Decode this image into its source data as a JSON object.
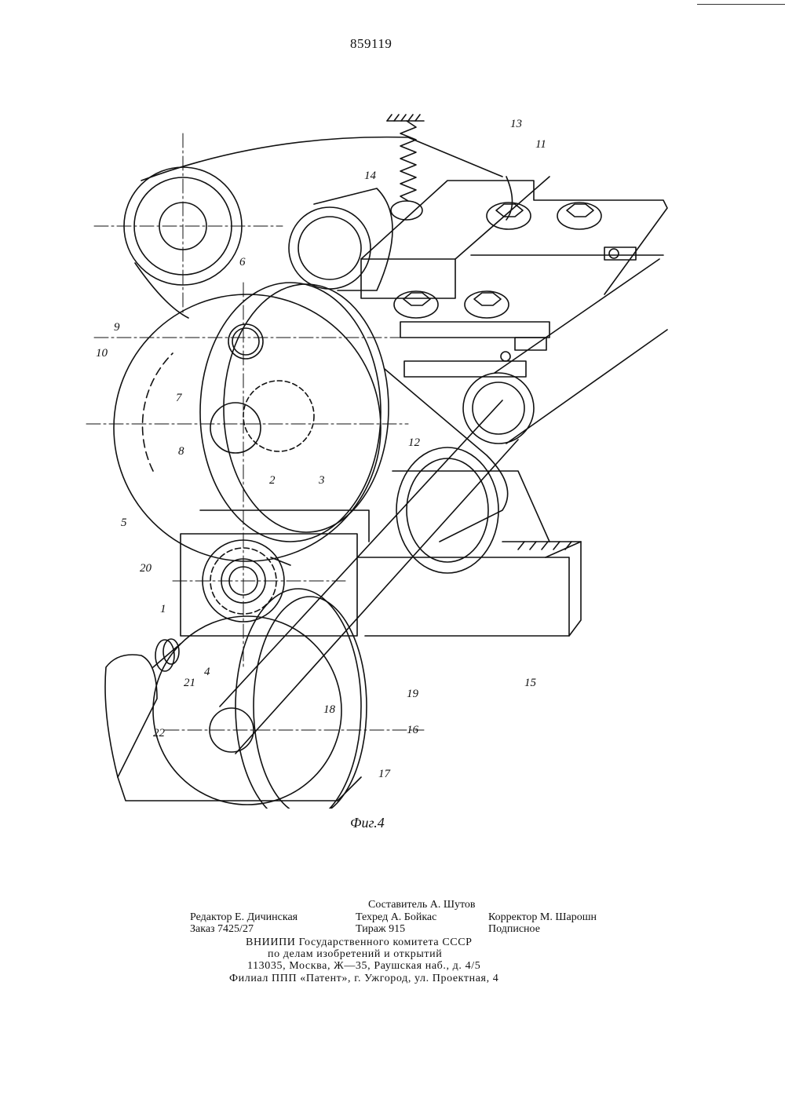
{
  "page_number": "859119",
  "figure": {
    "caption": "Фиг.4",
    "part_labels": [
      "1",
      "2",
      "3",
      "4",
      "5",
      "6",
      "7",
      "8",
      "9",
      "10",
      "11",
      "12",
      "13",
      "14",
      "15",
      "16",
      "17",
      "18",
      "19",
      "20",
      "21",
      "22"
    ]
  },
  "imprint": {
    "compiler": "Составитель А. Шутов",
    "editor": "Редактор Е. Дичинская",
    "techred": "Техред А. Бойкас",
    "corrector": "Корректор М. Шарошн",
    "order": "Заказ 7425/27",
    "circulation": "Тираж 915",
    "subscription": "Подписное",
    "org_line1": "ВНИИПИ Государственного комитета СССР",
    "org_line2": "по делам изобретений и открытий",
    "org_address": "113035, Москва, Ж—35, Раушская наб., д. 4/5",
    "branch": "Филиал ППП «Патент», г. Ужгород, ул. Проектная, 4"
  }
}
